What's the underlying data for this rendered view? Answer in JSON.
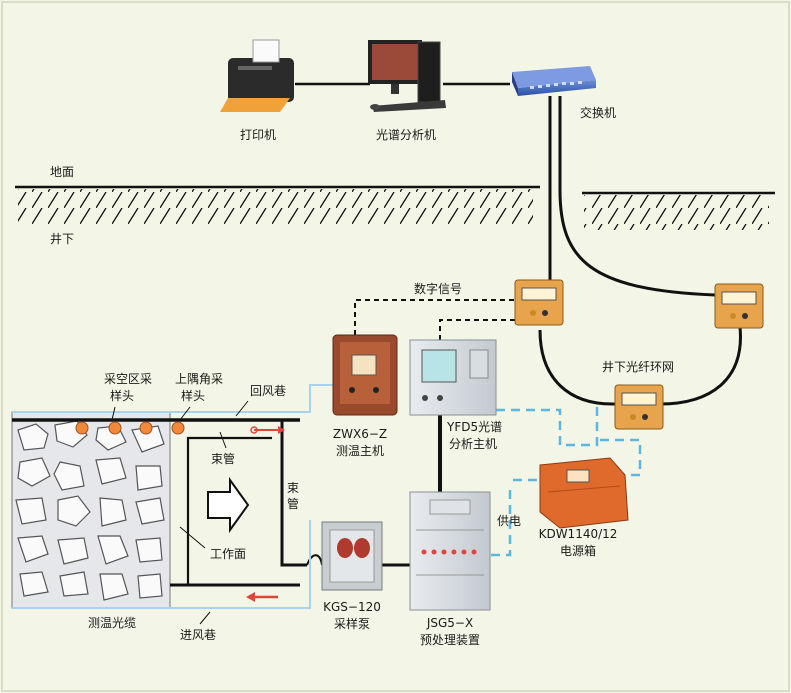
{
  "labels": {
    "printer": "打印机",
    "analyzer_pc": "光谱分析机",
    "switch": "交换机",
    "ground": "地面",
    "underground": "井下",
    "digital_signal": "数字信号",
    "fiber_ring": "井下光纤环网",
    "goaf_probe_line1": "采空区采",
    "goaf_probe_line2": "样头",
    "corner_probe_line1": "上隅角采",
    "corner_probe_line2": "样头",
    "return_airway": "回风巷",
    "bundle_tube": "束管",
    "bundle_tube_vertical": "束管",
    "working_face": "工作面",
    "temp_cable": "测温光缆",
    "intake_airway": "进风巷",
    "zwx_model": "ZWX6−Z",
    "zwx_name": "测温主机",
    "yfd_model": "YFD5光谱",
    "yfd_name": "分析主机",
    "kgs_model": "KGS−120",
    "kgs_name": "采样泵",
    "jsg_model": "JSG5−X",
    "jsg_name": "预处理装置",
    "power_supply": "供电",
    "kdw_model": "KDW1140/12",
    "kdw_name": "电源箱"
  },
  "colors": {
    "background": "#f3f5e6",
    "line": "#111111",
    "dashed_blue": "#5cb8e0",
    "orange_device": "#e06a2c",
    "tube_blue": "#a9d2ec",
    "arrow_red": "#e0453a",
    "probe_orange": "#f08a3a"
  },
  "icons": {
    "printer": "printer-icon",
    "computer": "computer-icon",
    "switch": "network-switch-icon",
    "junction": "junction-box-icon"
  }
}
